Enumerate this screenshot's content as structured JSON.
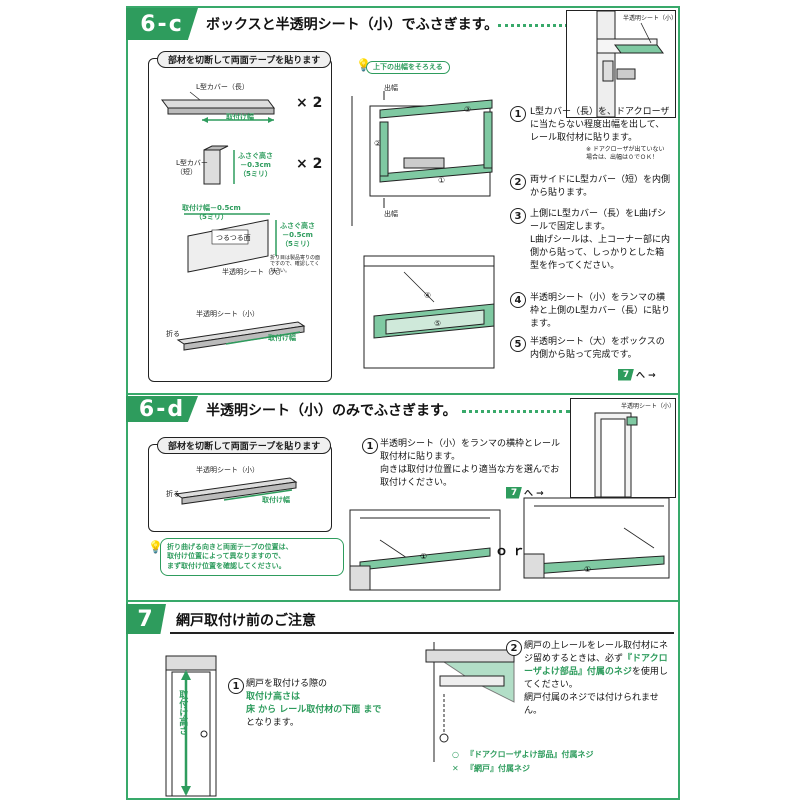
{
  "colors": {
    "accent": "#2e9c5d",
    "accent_light": "#7fc9a2",
    "border": "#38a96a"
  },
  "sec6c": {
    "badge": "6-c",
    "title": "ボックスと半透明シート（小）でふさぎます。",
    "inset_label": "半透明シート（小）",
    "cut_title": "部材を切断して両面テープを貼ります",
    "part1_label": "L型カバー（長）",
    "part1_qty": "× 2",
    "part1_dim": "取付け幅",
    "part2_label": "L型カバー\n（短）",
    "part2_dim": "ふさぐ高さ\n－0.3cm\n（5ミリ）",
    "part2_qty": "× 2",
    "part3_width": "取付け幅－0.5cm\n（5ミリ）",
    "part3_height": "ふさぐ高さ\n－0.5cm\n（5ミリ）",
    "part3_inner": "つるつる面",
    "part3_note": "折り目は製品寄りの面\nですので、確認してく\nださい。",
    "part3_label": "半透明シート（大）",
    "part4_label": "半透明シート（小）",
    "part4_fold": "折る",
    "part4_dim": "取付け幅",
    "align_tip": "上下の出幅をそろえる",
    "diagram_label_top": "出幅",
    "diagram_label_bottom": "出幅",
    "steps": [
      {
        "n": "1",
        "text": "L型カバー（長）を、ドアクローザに当たらない程度出幅を出して、レール取付材に貼ります。"
      },
      {
        "n": "2",
        "text": "両サイドにL型カバー（短）を内側から貼ります。"
      },
      {
        "n": "3",
        "text": "上側にL型カバー（長）をL曲げシールで固定します。\nL曲げシールは、上コーナー部に内側から貼って、しっかりとした箱型を作ってください。"
      },
      {
        "n": "4",
        "text": "半透明シート（小）をランマの横枠と上側のL型カバー（長）に貼ります。"
      },
      {
        "n": "5",
        "text": "半透明シート（大）をボックスの内側から貼って完成です。"
      }
    ],
    "step1_note": "※ ドアクローザが出ていない\n場合は、出幅は０でＯＫ！",
    "next_num": "7",
    "next_arrow": "へ →"
  },
  "sec6d": {
    "badge": "6-d",
    "title": "半透明シート（小）のみでふさぎます。",
    "inset_label": "半透明シート（小）",
    "cut_title": "部材を切断して両面テープを貼ります",
    "part_label": "半透明シート（小）",
    "part_fold": "折る",
    "part_dim": "取付け幅",
    "tip": "折り曲げる向きと両面テープの位置は、\n取付け位置によって異なりますので、\nまず取付け位置を確認してください。",
    "step1_num": "1",
    "step1_text": "半透明シート（小）をランマの横枠とレール取付材に貼ります。\n向きは取付け位置により適当な方を選んでお取付けください。",
    "or_text": "ｏｒ",
    "next_num": "7",
    "next_arrow": "へ →"
  },
  "sec7": {
    "badge": "7",
    "title": "網戸取付け前のご注意",
    "height_label": "取付け高さ",
    "step1_num": "1",
    "step1_line1": "網戸を取付ける際の",
    "step1_bold": "取付け高さは\n床 から レール取付材の下面 まで",
    "step1_tail": "となります。",
    "step2_num": "2",
    "step2_pre": "網戸の上レールをレール取付材にネジ留めするときは、必ず",
    "step2_bold": "『ドアクローザよけ部品』付属のネジ",
    "step2_post": "を使用してください。\n網戸付属のネジでは付けられません。",
    "ok_mark": "○",
    "ok_text": "『ドアクローザよけ部品』付属ネジ",
    "ng_mark": "✕",
    "ng_text": "『網戸』付属ネジ"
  }
}
